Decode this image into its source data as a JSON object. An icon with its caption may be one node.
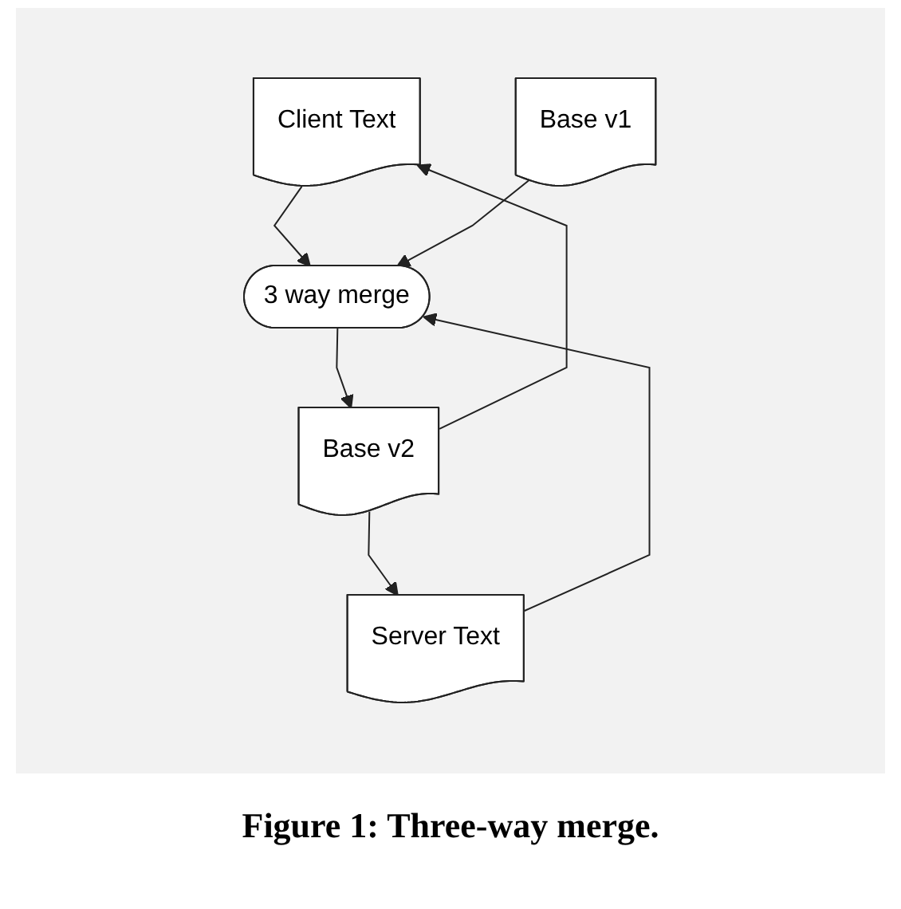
{
  "diagram": {
    "caption": "Figure 1: Three-way merge.",
    "nodes": [
      {
        "text": [
          "Client Text"
        ]
      },
      {
        "text": [
          "Base v1"
        ]
      },
      {
        "text": [
          "Server Text"
        ]
      },
      {
        "text": [
          "3 way merge"
        ]
      },
      {
        "text": [
          "Base v2"
        ]
      }
    ],
    "edges": [
      {
        "from": 0,
        "to": 3,
        "arrow": "to"
      },
      {
        "from": 1,
        "to": 3,
        "arrow": "to"
      },
      {
        "from": 2,
        "to": 3,
        "arrow": "to"
      },
      {
        "from": 3,
        "to": 4,
        "arrow": "to"
      },
      {
        "from": 4,
        "to": 0,
        "arrow": "to"
      },
      {
        "from": 4,
        "to": 2,
        "arrow": "to"
      }
    ]
  }
}
